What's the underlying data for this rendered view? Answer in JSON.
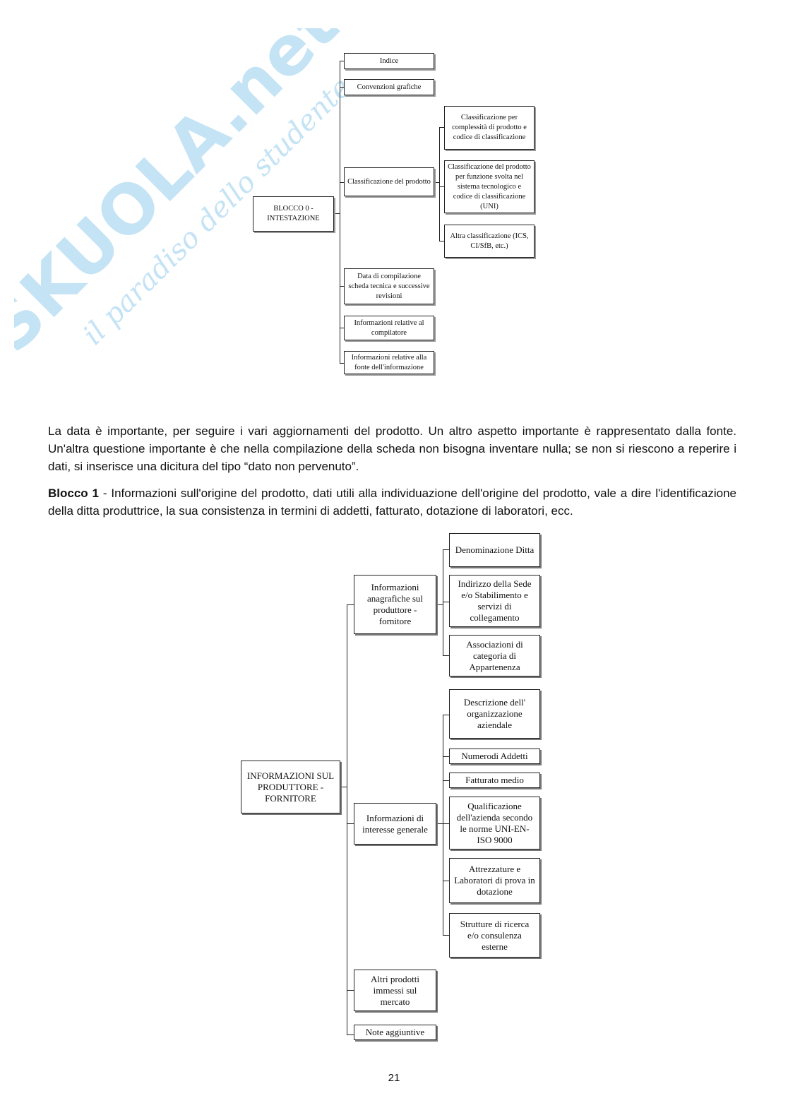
{
  "watermark": {
    "brand": "SKUOLA.net",
    "tagline": "il paradiso dello studente"
  },
  "diagram1": {
    "root": "BLOCCO 0 -INTESTAZIONE",
    "items": [
      "Indice",
      "Convenzioni grafiche",
      "Classificazione del prodotto",
      "Data di compilazione scheda tecnica e successive revisioni",
      "Informazioni relative al compilatore",
      "Informazioni relative alla fonte dell'informazione"
    ],
    "classificazione_sub": [
      "Classificazione per complessità di prodotto e codice di classificazione",
      "Classificazione del prodotto per funzione svolta nel sistema tecnologico e codice di classificazione (UNI)",
      "Altra classificazione (ICS, CI/SfB, etc.)"
    ]
  },
  "paragraph1": "La data è importante, per seguire i vari aggiornamenti del prodotto. Un altro aspetto importante è rappresentato dalla fonte. Un'altra questione importante è che nella compilazione della scheda non bisogna inventare nulla; se non si riescono a reperire i dati, si inserisce una dicitura del tipo “dato non pervenuto”.",
  "paragraph2": {
    "bold": "Blocco 1",
    "text": " - Informazioni sull'origine del prodotto, dati utili alla individuazione dell'origine del prodotto, vale a dire l'identificazione della ditta produttrice, la sua consistenza in termini di addetti, fatturato, dotazione di laboratori, ecc."
  },
  "diagram2": {
    "root": "INFORMAZIONI SUL PRODUTTORE - FORNITORE",
    "branches": [
      "Informazioni anagrafiche sul produttore - fornitore",
      "Informazioni di interesse generale",
      "Altri prodotti immessi sul mercato",
      "Note aggiuntive"
    ],
    "anagrafiche_sub": [
      "Denominazione Ditta",
      "Indirizzo della Sede e/o Stabilimento e servizi di collegamento",
      "Associazioni di categoria di Appartenenza"
    ],
    "interesse_sub": [
      "Descrizione dell' organizzazione aziendale",
      "Numerodi Addetti",
      "Fatturato medio",
      "Qualificazione dell'azienda secondo le norme UNI-EN-ISO 9000",
      "Attrezzature e Laboratori di prova in dotazione",
      "Strutture di ricerca e/o consulenza esterne"
    ]
  },
  "page_number": "21"
}
